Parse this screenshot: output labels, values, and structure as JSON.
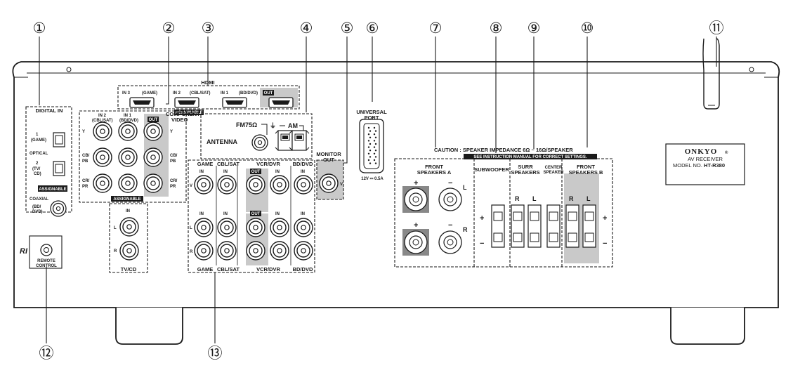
{
  "callouts": {
    "c1": "①",
    "c2": "②",
    "c3": "③",
    "c4": "④",
    "c5": "⑤",
    "c6": "⑥",
    "c7": "⑦",
    "c8": "⑧",
    "c9": "⑨",
    "c10": "⑩",
    "c11": "⑪",
    "c12": "⑫",
    "c13": "⑬"
  },
  "digital_in": {
    "title": "DIGITAL IN",
    "in1": "1",
    "in1_sub": "(GAME)",
    "optical": "OPTICAL",
    "in2": "2",
    "in2_sub1": "(TV/",
    "in2_sub2": "CD)",
    "assignable": "ASSIGNABLE",
    "coaxial": "COAXIAL",
    "coax_sub1": "(BD/",
    "coax_sub2": "DVD)"
  },
  "hdmi": {
    "title": "HDMI",
    "in3": "IN 3",
    "in3_sub": "(GAME)",
    "in2": "IN 2",
    "in2_sub": "(CBL/SAT)",
    "in1": "IN 1",
    "in1_sub": "(BD/DVD)",
    "out": "OUT",
    "assignable": "ASSIGNABLE"
  },
  "component": {
    "title1": "COMPONENT",
    "title2": "VIDEO",
    "in2": "IN 2",
    "in2_sub": "(CBL/SAT)",
    "in1": "IN 1",
    "in1_sub": "(BD/DVD)",
    "out": "OUT",
    "y": "Y",
    "cb": "CB/",
    "pb": "PB",
    "cr": "CR/",
    "pr": "PR",
    "assignable": "ASSIGNABLE"
  },
  "antenna": {
    "label": "ANTENNA",
    "fm": "FM75Ω",
    "am": "AM",
    "ground": "⏚"
  },
  "monitor_out": {
    "l1": "MONITOR",
    "l2": "OUT",
    "v": "V"
  },
  "universal_port": {
    "l1": "UNIVERSAL",
    "l2": "PORT",
    "power": "12V ⎓ 0.5A"
  },
  "caution": {
    "line1": "CAUTION : SPEAKER IMPEDANCE 6Ω ~ 16Ω/SPEAKER",
    "line2": "SEE INSTRUCTION MANUAL FOR CORRECT SETTINGS."
  },
  "speakers_a": {
    "l1": "FRONT",
    "l2": "SPEAKERS A",
    "plus": "+",
    "minus": "−",
    "l": "L",
    "r": "R"
  },
  "subwoofer": {
    "label": "SUBWOOFER",
    "plus": "+",
    "minus": "−"
  },
  "surr": {
    "l1": "SURR",
    "l2": "SPEAKERS",
    "r": "R",
    "l": "L"
  },
  "center": {
    "l1": "CENTER",
    "l2": "SPEAKER"
  },
  "speakers_b": {
    "l1": "FRONT",
    "l2": "SPEAKERS B",
    "r": "R",
    "l": "L",
    "plus": "+",
    "minus": "−"
  },
  "composite": {
    "top_labels": [
      "GAME",
      "CBL/SAT",
      "VCR/DVR",
      "BD/DVD"
    ],
    "bottom_labels": [
      "GAME",
      "CBL/SAT",
      "VCR/DVR",
      "BD/DVD"
    ],
    "in": "IN",
    "out": "OUT",
    "v": "V",
    "l": "L",
    "r": "R"
  },
  "tvcd": {
    "in": "IN",
    "l": "L",
    "r": "R",
    "label": "TV/CD"
  },
  "remote": {
    "ri": "RI",
    "l1": "REMOTE",
    "l2": "CONTROL"
  },
  "badge": {
    "brand": "ONKYO",
    "reg": "®",
    "model_type": "AV RECEIVER",
    "model_prefix": "MODEL NO.",
    "model_no": "HT-R380"
  },
  "colors": {
    "ink": "#1a1a1a",
    "gray_panel": "#c9c9c9",
    "dark_jack": "#555555"
  }
}
